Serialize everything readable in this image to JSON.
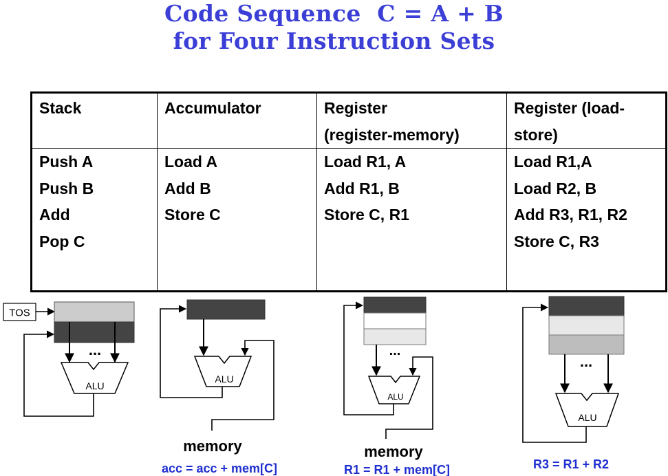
{
  "title": {
    "line1": "Code Sequence  C = A + B",
    "line2": "for Four Instruction Sets"
  },
  "table": {
    "columns": [
      {
        "header": [
          "Stack"
        ],
        "code": [
          "Push A",
          "Push B",
          "Add",
          "Pop C"
        ]
      },
      {
        "header": [
          "Accumulator"
        ],
        "code": [
          "Load A",
          "Add B",
          "Store C"
        ]
      },
      {
        "header": [
          "Register",
          "(register-memory)"
        ],
        "code": [
          "Load R1, A",
          "Add R1, B",
          "Store C, R1"
        ]
      },
      {
        "header": [
          "Register (load-",
          "store)"
        ],
        "code": [
          "Load R1,A",
          "Load R2, B",
          "Add R3, R1, R2",
          "Store C, R3"
        ]
      }
    ]
  },
  "diagrams": {
    "stack": {
      "tos_label": "TOS",
      "alu_label": "ALU",
      "ellipsis": "..."
    },
    "accumulator": {
      "alu_label": "ALU",
      "memory_label": "memory",
      "equation": "acc =  acc + mem[C]"
    },
    "register_memory": {
      "alu_label": "ALU",
      "ellipsis": "...",
      "memory_label": "memory",
      "equation": "R1 =  R1 + mem[C]"
    },
    "load_store": {
      "alu_label": "ALU",
      "ellipsis": "...",
      "equation": "R3 =  R1 + R2"
    }
  },
  "colors": {
    "title": "#3b3fd6",
    "equation": "#1f2fd0",
    "dark_reg": "#444444",
    "light_reg": "#cccccc",
    "pale_reg": "#e8e8e8",
    "mid_reg": "#bdbdbd"
  }
}
